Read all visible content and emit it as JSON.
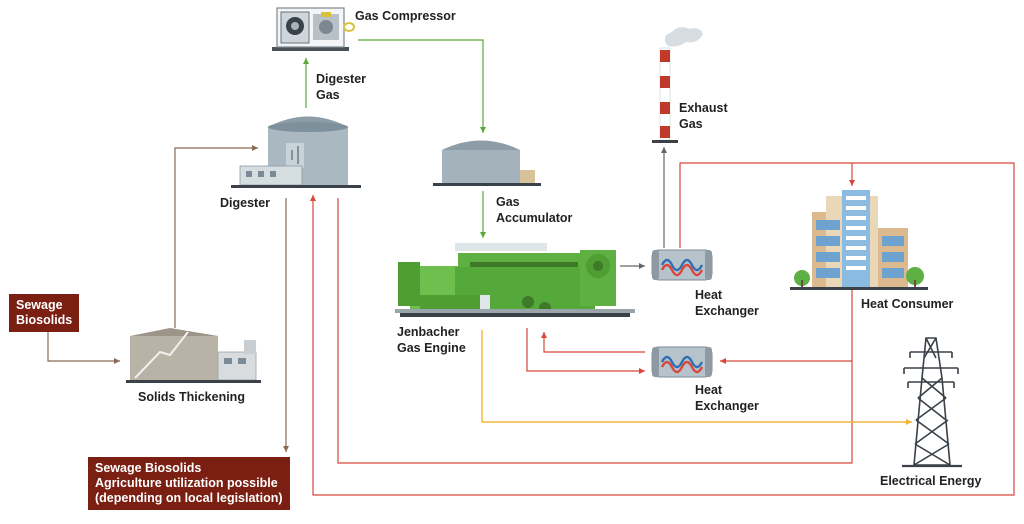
{
  "labels": {
    "gas_compressor": "Gas Compressor",
    "digester_gas_1": "Digester",
    "digester_gas_2": "Gas",
    "digester": "Digester",
    "gas_accumulator_1": "Gas",
    "gas_accumulator_2": "Accumulator",
    "exhaust_gas_1": "Exhaust",
    "exhaust_gas_2": "Gas",
    "heat_exchanger_top_1": "Heat",
    "heat_exchanger_top_2": "Exchanger",
    "heat_exchanger_bottom_1": "Heat",
    "heat_exchanger_bottom_2": "Exchanger",
    "heat_consumer": "Heat Consumer",
    "jenbacher_1": "Jenbacher",
    "jenbacher_2": "Gas Engine",
    "solids_thickening": "Solids Thickening",
    "electrical_energy": "Electrical Energy"
  },
  "boxes": {
    "sewage_input_1": "Sewage",
    "sewage_input_2": "Biosolids",
    "sewage_output_1": "Sewage Biosolids",
    "sewage_output_2": "Agriculture utilization possible",
    "sewage_output_3": "(depending on local legislation)"
  },
  "colors": {
    "sludge_flow": "#8a6a55",
    "gas_flow": "#5aa83a",
    "heat_flow": "#d9463a",
    "power_flow": "#f2b53a",
    "exhaust_flow": "#666666",
    "label_box": "#7a1f12",
    "engine": "#5fb043"
  }
}
